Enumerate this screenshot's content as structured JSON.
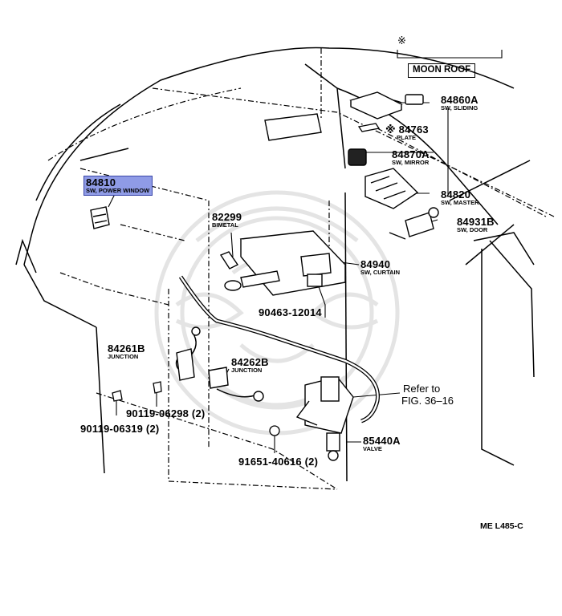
{
  "header": {
    "mark": "※",
    "moon_roof": "MOON ROOF"
  },
  "parts": [
    {
      "num": "84810",
      "desc": "SW, POWER WINDOW",
      "highlighted": true
    },
    {
      "num": "84860A",
      "desc": "SW, SLIDING"
    },
    {
      "num": "※ 84763",
      "desc": "PLATE"
    },
    {
      "num": "84870A",
      "desc": "SW, MIRROR"
    },
    {
      "num": "84820",
      "desc": "SW, MASTER"
    },
    {
      "num": "84931B",
      "desc": "SW, DOOR"
    },
    {
      "num": "82299",
      "desc": "BIMETAL"
    },
    {
      "num": "84940",
      "desc": "SW, CURTAIN"
    },
    {
      "num": "90463-12014",
      "desc": ""
    },
    {
      "num": "84261B",
      "desc": "JUNCTION"
    },
    {
      "num": "84262B",
      "desc": "JUNCTION"
    },
    {
      "num": "90119-06298 (2)",
      "desc": ""
    },
    {
      "num": "90119-06319 (2)",
      "desc": ""
    },
    {
      "num": "91651-40616 (2)",
      "desc": ""
    },
    {
      "num": "85440A",
      "desc": "VALVE"
    }
  ],
  "refer": {
    "line1": "Refer to",
    "line2": "FIG. 36–16"
  },
  "figure_code": "ME L485-C",
  "colors": {
    "highlight": "#8f9be6",
    "ink": "#000000",
    "watermark": "#e4e4e4"
  }
}
